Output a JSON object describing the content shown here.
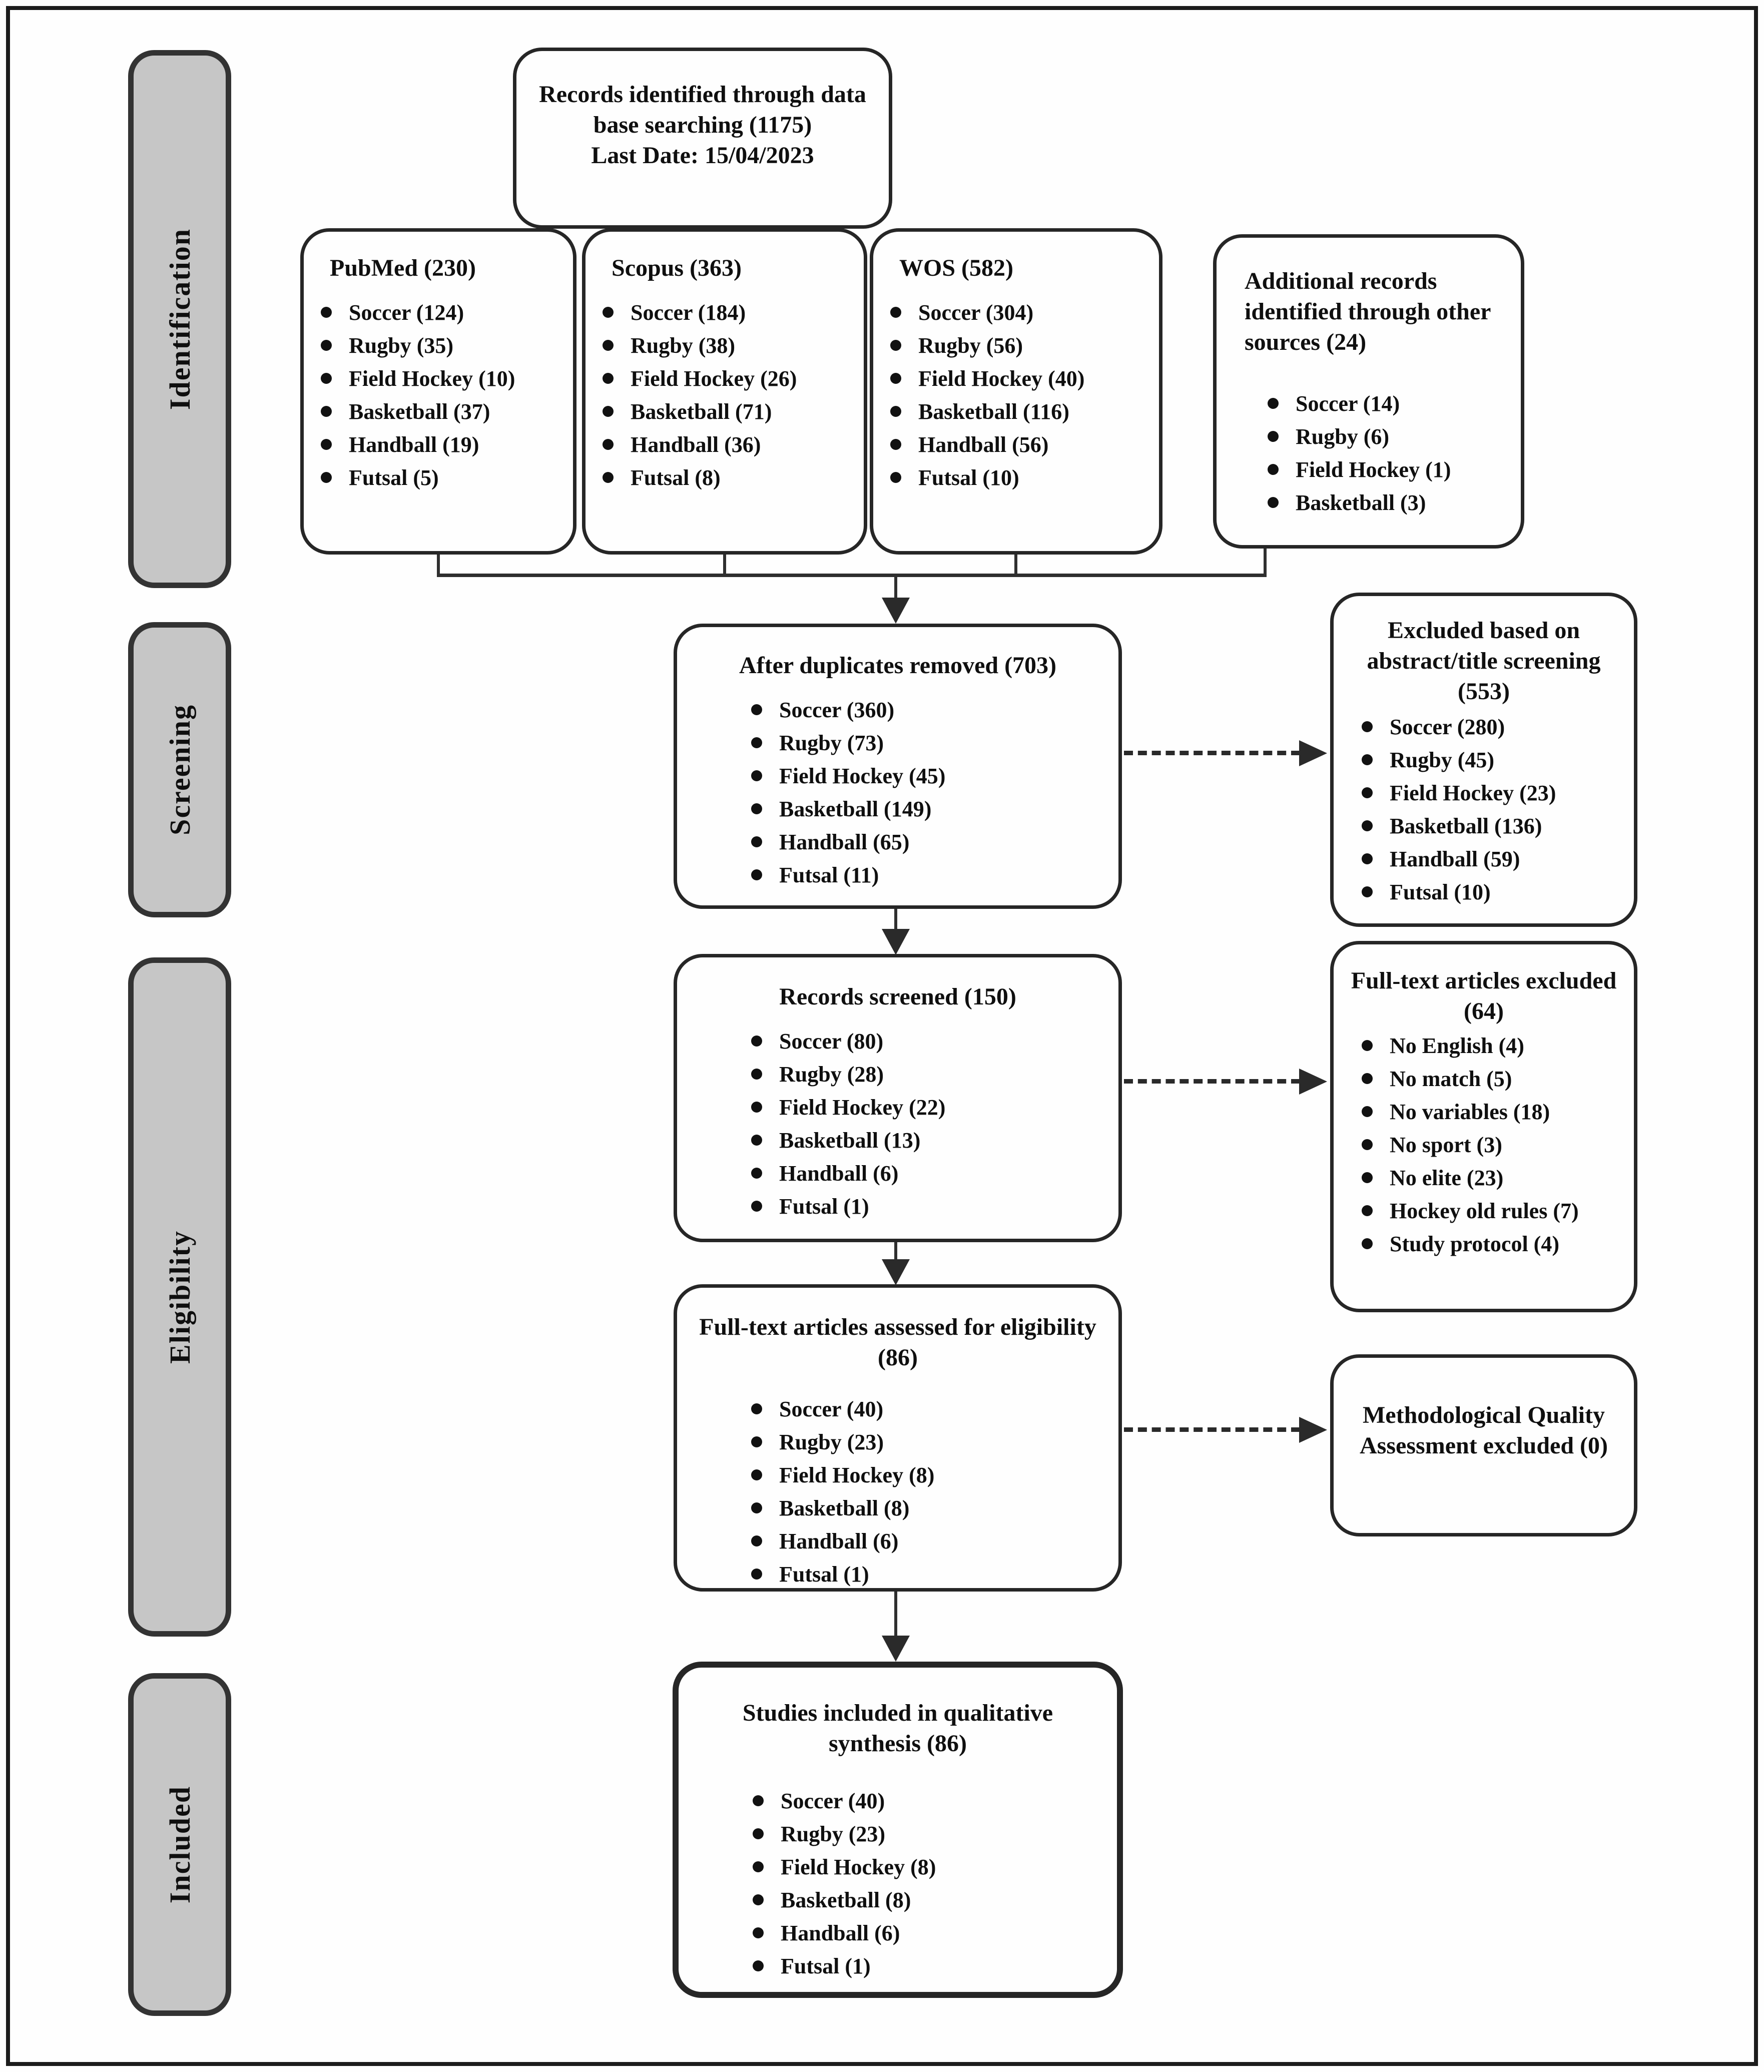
{
  "diagram": {
    "colors": {
      "background": "#fefefe",
      "phase_label_fill": "#c6c6c6",
      "box_border": "#262626",
      "line": "#2a2a2a",
      "text": "#0f0f0f"
    },
    "phases": [
      {
        "label": "Identification"
      },
      {
        "label": "Screening"
      },
      {
        "label": "Eligibility"
      },
      {
        "label": "Included"
      }
    ],
    "top_box": {
      "title": "Records identified through data base searching (1175)",
      "subtitle": "Last Date: 15/04/2023"
    },
    "sources": [
      {
        "title": "PubMed (230)",
        "items": [
          "Soccer (124)",
          "Rugby (35)",
          "Field Hockey (10)",
          "Basketball (37)",
          "Handball (19)",
          "Futsal (5)"
        ]
      },
      {
        "title": "Scopus (363)",
        "items": [
          "Soccer (184)",
          "Rugby (38)",
          "Field Hockey (26)",
          "Basketball (71)",
          "Handball (36)",
          "Futsal (8)"
        ]
      },
      {
        "title": "WOS (582)",
        "items": [
          "Soccer (304)",
          "Rugby (56)",
          "Field Hockey (40)",
          "Basketball (116)",
          "Handball (56)",
          "Futsal (10)"
        ]
      },
      {
        "title": "Additional records identified through other sources (24)",
        "items": [
          "Soccer (14)",
          "Rugby (6)",
          "Field Hockey (1)",
          "Basketball (3)"
        ]
      }
    ],
    "stages": [
      {
        "title": "After duplicates removed (703)",
        "items": [
          "Soccer (360)",
          "Rugby (73)",
          "Field Hockey (45)",
          "Basketball (149)",
          "Handball (65)",
          "Futsal (11)"
        ]
      },
      {
        "title": "Records screened (150)",
        "items": [
          "Soccer (80)",
          "Rugby (28)",
          "Field Hockey (22)",
          "Basketball (13)",
          "Handball (6)",
          "Futsal (1)"
        ]
      },
      {
        "title": "Full-text articles assessed for eligibility (86)",
        "items": [
          "Soccer (40)",
          "Rugby (23)",
          "Field Hockey (8)",
          "Basketball (8)",
          "Handball (6)",
          "Futsal (1)"
        ]
      },
      {
        "title": "Studies included in qualitative synthesis (86)",
        "items": [
          "Soccer (40)",
          "Rugby (23)",
          "Field Hockey (8)",
          "Basketball (8)",
          "Handball (6)",
          "Futsal (1)"
        ]
      }
    ],
    "exclusions": [
      {
        "title": "Excluded based on abstract/title screening (553)",
        "items": [
          "Soccer (280)",
          "Rugby (45)",
          "Field Hockey (23)",
          "Basketball (136)",
          "Handball (59)",
          "Futsal (10)"
        ]
      },
      {
        "title": "Full-text articles excluded (64)",
        "items": [
          "No English (4)",
          "No match (5)",
          "No variables (18)",
          "No sport (3)",
          "No elite (23)",
          "Hockey old rules (7)",
          "Study protocol (4)"
        ]
      },
      {
        "title": "Methodological Quality Assessment excluded (0)",
        "items": []
      }
    ]
  }
}
